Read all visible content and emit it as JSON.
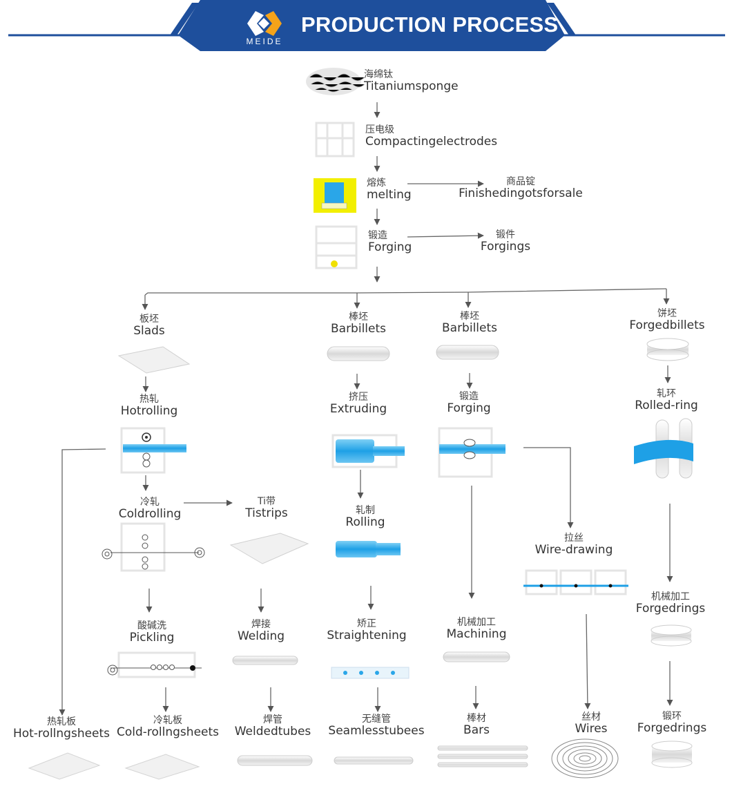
{
  "header": {
    "brand": "MEIDE",
    "title": "PRODUCTION PROCESS",
    "colors": {
      "banner": "#1e4f9c",
      "line": "#1e4f9c",
      "accent": "#f5a31a"
    }
  },
  "main_flow": [
    {
      "cn": "海绵钛",
      "en": "Titaniumsponge"
    },
    {
      "cn": "压电级",
      "en": "Compactingelectrodes"
    },
    {
      "cn": "熔炼",
      "en": "melting"
    },
    {
      "cn": "锻造",
      "en": "Forging"
    }
  ],
  "side_products": [
    {
      "cn": "商品锭",
      "en": "Finishedingotsforsale"
    },
    {
      "cn": "锻件",
      "en": "Forgings"
    }
  ],
  "branches": [
    {
      "cn": "板坯",
      "en": "Slads"
    },
    {
      "cn": "棒坯",
      "en": "Barbillets"
    },
    {
      "cn": "棒坯",
      "en": "Barbillets"
    },
    {
      "cn": "饼坯",
      "en": "Forgedbillets"
    }
  ],
  "steps": {
    "hotrolling": {
      "cn": "热轧",
      "en": "Hotrolling"
    },
    "coldrolling": {
      "cn": "冷轧",
      "en": "Coldrolling"
    },
    "tistrips": {
      "cn": "Ti带",
      "en": "Tistrips"
    },
    "pickling": {
      "cn": "酸碱洗",
      "en": "Pickling"
    },
    "welding": {
      "cn": "焊接",
      "en": "Welding"
    },
    "extruding": {
      "cn": "挤压",
      "en": "Extruding"
    },
    "rolling": {
      "cn": "轧制",
      "en": "Rolling"
    },
    "straightening": {
      "cn": "矫正",
      "en": "Straightening"
    },
    "forging2": {
      "cn": "锻造",
      "en": "Forging"
    },
    "machining": {
      "cn": "机械加工",
      "en": "Machining"
    },
    "wiredrawing": {
      "cn": "拉丝",
      "en": "Wire-drawing"
    },
    "rolledring": {
      "cn": "轧环",
      "en": "Rolled-ring"
    },
    "machforgedrings": {
      "cn": "机械加工",
      "en": "Forgedrings"
    }
  },
  "products": [
    {
      "cn": "热轧板",
      "en": "Hot-rollngsheets"
    },
    {
      "cn": "冷轧板",
      "en": "Cold-rollngsheets"
    },
    {
      "cn": "焊管",
      "en": "Weldedtubes"
    },
    {
      "cn": "无缝管",
      "en": "Seamlesstubees"
    },
    {
      "cn": "棒材",
      "en": "Bars"
    },
    {
      "cn": "丝材",
      "en": "Wires"
    },
    {
      "cn": "锻环",
      "en": "Forgedrings"
    }
  ]
}
